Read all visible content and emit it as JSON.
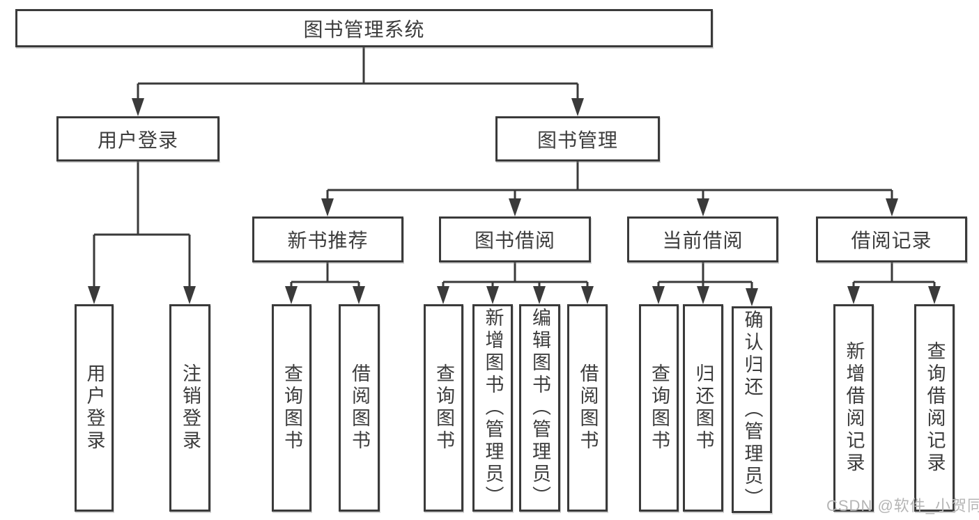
{
  "diagram": {
    "type": "hierarchy-tree",
    "colors": {
      "line": "#3a3a3a",
      "text": "#3c3c3c",
      "box_background": "#ffffff",
      "page_background": "#ffffff",
      "watermark": "#b5b5b5"
    },
    "nodes": {
      "root": "图书管理系统",
      "user_login": "用户登录",
      "book_management": "图书管理",
      "new_book_recommend": "新书推荐",
      "book_borrow": "图书借阅",
      "current_borrow": "当前借阅",
      "borrow_records": "借阅记录",
      "leaf_user_login": "用户登录",
      "leaf_logout": "注销登录",
      "leaf_nbr_query_books": "查询图书",
      "leaf_nbr_borrow_books": "借阅图书",
      "leaf_bb_query_books": "查询图书",
      "leaf_bb_add_books_admin": "新增图书（管理员）",
      "leaf_bb_edit_books_admin": "编辑图书（管理员）",
      "leaf_bb_borrow_books": "借阅图书",
      "leaf_cb_query_books": "查询图书",
      "leaf_cb_return_books": "归还图书",
      "leaf_cb_confirm_return_admin": "确认归还（管理员）",
      "leaf_br_add_record": "新增借阅记录",
      "leaf_br_query_record": "查询借阅记录"
    },
    "watermark": "CSDN @软件_小贺同学"
  }
}
